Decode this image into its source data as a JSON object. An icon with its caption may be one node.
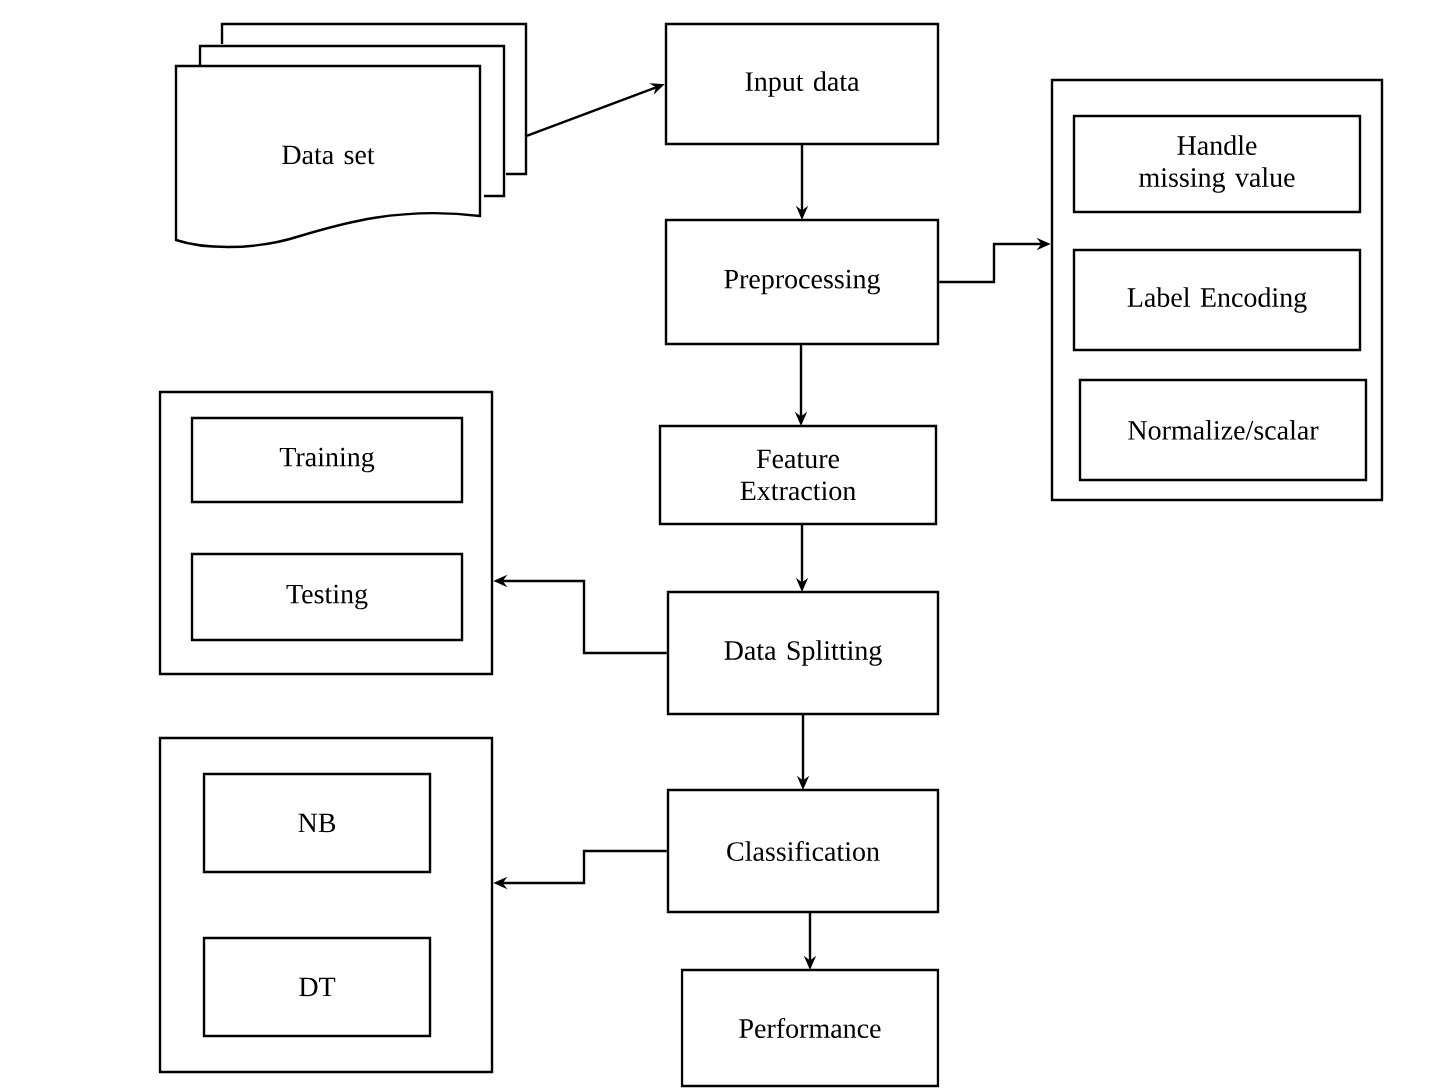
{
  "diagram": {
    "nodes": [
      {
        "text": [
          "Data set"
        ]
      },
      {
        "text": [
          "Input data"
        ]
      },
      {
        "text": [
          "Preprocessing"
        ]
      },
      {
        "text": [],
        "shape": "box"
      },
      {
        "text": [
          "Handle missing value"
        ],
        "in": 3
      },
      {
        "text": [
          "Label Encoding"
        ],
        "in": 3
      },
      {
        "text": [
          "Normalize/scalar"
        ],
        "in": 3
      },
      {
        "text": [
          "Feature Extraction"
        ]
      },
      {
        "text": [],
        "shape": "box"
      },
      {
        "text": [
          "Training"
        ],
        "in": 8
      },
      {
        "text": [
          "Testing"
        ],
        "in": 8
      },
      {
        "text": [
          "Data Splitting"
        ]
      },
      {
        "text": [],
        "shape": "box"
      },
      {
        "text": [
          "NB"
        ],
        "in": 12
      },
      {
        "text": [
          "DT"
        ],
        "in": 12
      },
      {
        "text": [
          "Classification"
        ]
      },
      {
        "text": [
          "Performance"
        ]
      }
    ],
    "edges": [
      {
        "from": 0,
        "to": 1,
        "arrow": "to"
      },
      {
        "from": 1,
        "to": 2,
        "arrow": "to"
      },
      {
        "from": 2,
        "to": 3,
        "arrow": "to"
      },
      {
        "from": 2,
        "to": 7,
        "arrow": "to"
      },
      {
        "from": 7,
        "to": 11,
        "arrow": "to"
      },
      {
        "from": 11,
        "to": 8,
        "arrow": "to"
      },
      {
        "from": 11,
        "to": 15,
        "arrow": "to"
      },
      {
        "from": 15,
        "to": 12,
        "arrow": "to"
      },
      {
        "from": 15,
        "to": 16,
        "arrow": "to"
      }
    ]
  }
}
